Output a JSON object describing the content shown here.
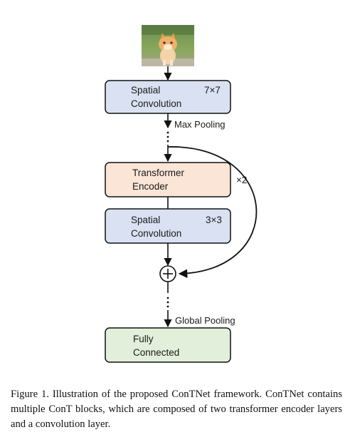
{
  "figure": {
    "blocks": {
      "spatial_conv_1": {
        "line1": "Spatial",
        "line2": "Convolution",
        "kernel": "7×7"
      },
      "transformer": {
        "line1": "Transformer",
        "line2": "Encoder"
      },
      "spatial_conv_2": {
        "line1": "Spatial",
        "line2": "Convolution",
        "kernel": "3×3"
      },
      "fully_connected": {
        "line1": "Fully",
        "line2": "Connected"
      }
    },
    "labels": {
      "max_pooling": "Max Pooling",
      "global_pooling": "Global Pooling",
      "repeat": "×2",
      "add_symbol": "+"
    },
    "colors": {
      "conv_fill": "#d9e1f2",
      "transformer_fill": "#fbe5d6",
      "fc_fill": "#e2efda",
      "stroke": "#111111"
    }
  },
  "caption": "Figure 1. Illustration of the proposed ConTNet framework. ConTNet contains multiple ConT blocks, which are composed of two transformer encoder layers and a convolution layer."
}
